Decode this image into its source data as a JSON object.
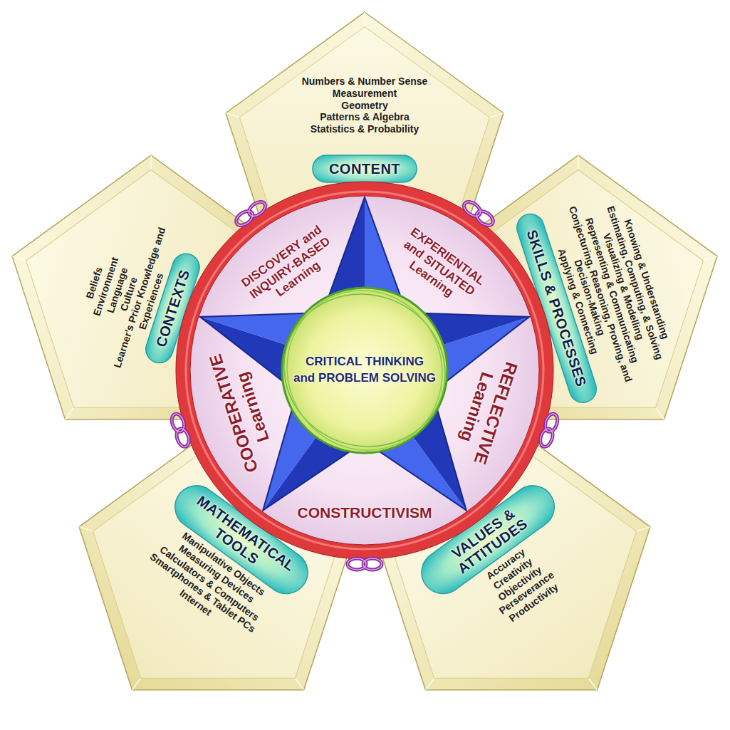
{
  "diagram": {
    "nodes": [
      {
        "text": [
          "CONTENT",
          "Numbers & Number Sense",
          "Measurement",
          "Geometry",
          "Patterns & Algebra",
          "Statistics & Probability"
        ]
      },
      {
        "text": [
          "SKILLS & PROCESSES",
          "Knowing & Understanding",
          "Estimating, Computing, & Solving",
          "Visualizing & Modelling",
          "Representing & Communicating",
          "Conjecturing, Reasoning, Proving, and Decision-Making",
          "Applying & Connecting"
        ]
      },
      {
        "text": [
          "VALUES & ATTITUDES",
          "Accuracy",
          "Creativity",
          "Objectivity",
          "Perseverance",
          "Productivity"
        ]
      },
      {
        "text": [
          "MATHEMATICAL TOOLS",
          "Manipulative Objects",
          "Measuring Devices",
          "Calculators & Computers",
          "Smartphones & Tablet PCs",
          "Internet"
        ]
      },
      {
        "text": [
          "CONTEXTS",
          "Beliefs",
          "Environment",
          "Language",
          "Culture",
          "Learner's Prior Knowledge and Experiences"
        ]
      },
      {
        "text": [
          "DISCOVERY and INQUIRY-BASED Learning",
          "EXPERIENTIAL and SITUATED Learning",
          "REFLECTIVE Learning",
          "CONSTRUCTIVISM",
          "COOPERATIVE Learning"
        ]
      },
      {
        "text": [
          "CRITICAL THINKING and PROBLEM SOLVING"
        ],
        "in": 5
      }
    ]
  }
}
